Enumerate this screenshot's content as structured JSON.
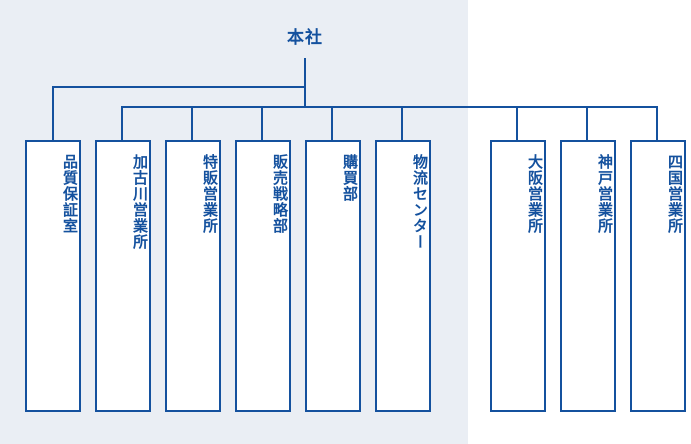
{
  "chart": {
    "type": "organization-chart",
    "orientation": "top-down",
    "text_direction": "vertical",
    "colors": {
      "line": "#14519e",
      "text": "#14519e",
      "panel_background": "#eaeef4",
      "page_background": "#ffffff",
      "box_fill": "#ffffff"
    },
    "root": {
      "label": "本社"
    },
    "groups": [
      {
        "name": "headquarters-divisions",
        "shaded": true,
        "nodes": [
          {
            "label": "品質保証室"
          },
          {
            "label": "加古川営業所"
          },
          {
            "label": "特販営業所"
          },
          {
            "label": "販売戦略部"
          },
          {
            "label": "購買部"
          },
          {
            "label": "物流センター"
          }
        ]
      },
      {
        "name": "regional-sales-offices",
        "shaded": false,
        "nodes": [
          {
            "label": "大阪営業所"
          },
          {
            "label": "神戸営業所"
          },
          {
            "label": "四国営業所"
          }
        ]
      }
    ],
    "nodes_flat": [
      {
        "label": "品質保証室"
      },
      {
        "label": "加古川営業所"
      },
      {
        "label": "特販営業所"
      },
      {
        "label": "販売戦略部"
      },
      {
        "label": "購買部"
      },
      {
        "label": "物流センター"
      },
      {
        "label": "大阪営業所"
      },
      {
        "label": "神戸営業所"
      },
      {
        "label": "四国営業所"
      }
    ]
  }
}
